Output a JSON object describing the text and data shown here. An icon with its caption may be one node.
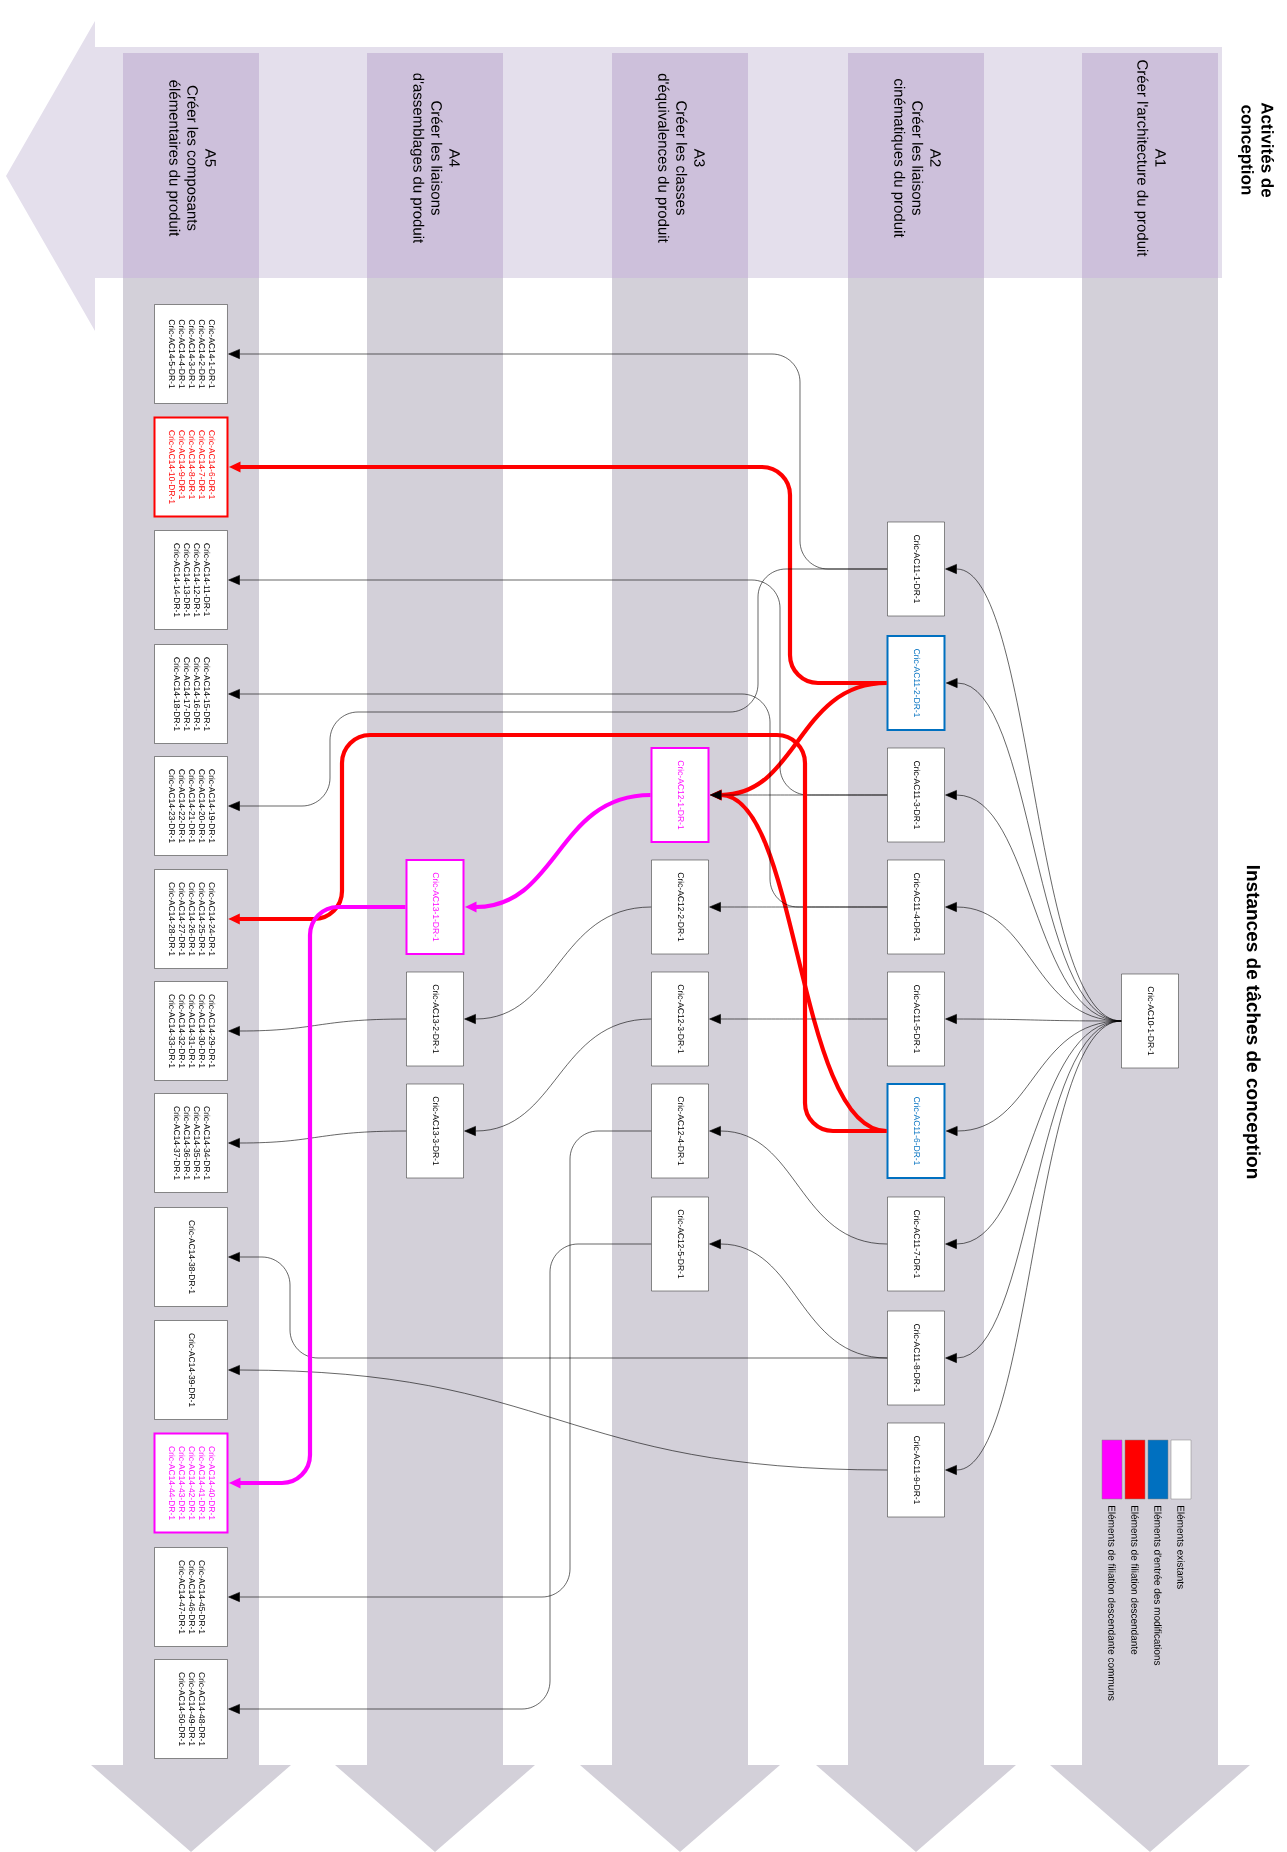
{
  "diagram": {
    "nodes": [
      {
        "text": [
          "A1",
          "Créer l'architecture du produit"
        ]
      },
      {
        "text": [
          "A2",
          "Créer les liaisons cinématiques du produit"
        ]
      },
      {
        "text": [
          "A3",
          "Créer les classes d'équivalences du produit"
        ]
      },
      {
        "text": [
          "A4",
          "Créer les liaisons d'assemblages du produit"
        ]
      },
      {
        "text": [
          "A5",
          "Créer les composants élémentaires du produit"
        ]
      },
      {
        "text": [
          "Cric-AC10-1-DR-1"
        ],
        "in": 0
      },
      {
        "text": [
          "Cric-AC11-1-DR-1"
        ],
        "in": 1
      },
      {
        "text": [
          "Cric-AC11-2-DR-1"
        ],
        "in": 1
      },
      {
        "text": [
          "Cric-AC11-3-DR-1"
        ],
        "in": 1
      },
      {
        "text": [
          "Cric-AC11-4-DR-1"
        ],
        "in": 1
      },
      {
        "text": [
          "Cric-AC11-5-DR-1"
        ],
        "in": 1
      },
      {
        "text": [
          "Cric-AC11-6-DR-1"
        ],
        "in": 1
      },
      {
        "text": [
          "Cric-AC11-7-DR-1"
        ],
        "in": 1
      },
      {
        "text": [
          "Cric-AC11-8-DR-1"
        ],
        "in": 1
      },
      {
        "text": [
          "Cric-AC11-9-DR-1"
        ],
        "in": 1
      },
      {
        "text": [
          "Cric-AC12-1-DR-1"
        ],
        "in": 2
      },
      {
        "text": [
          "Cric-AC12-2-DR-1"
        ],
        "in": 2
      },
      {
        "text": [
          "Cric-AC12-3-DR-1"
        ],
        "in": 2
      },
      {
        "text": [
          "Cric-AC12-4-DR-1"
        ],
        "in": 2
      },
      {
        "text": [
          "Cric-AC12-5-DR-1"
        ],
        "in": 2
      },
      {
        "text": [
          "Cric-AC13-1-DR-1"
        ],
        "in": 3
      },
      {
        "text": [
          "Cric-AC13-2-DR-1"
        ],
        "in": 3
      },
      {
        "text": [
          "Cric-AC13-3-DR-1"
        ],
        "in": 3
      },
      {
        "text": [
          "Cric-AC14-1-DR-1",
          "Cric-AC14-2-DR-1",
          "Cric-AC14-3-DR-1",
          "Cric-AC14-4-DR-1",
          "Cric-AC14-5-DR-1"
        ],
        "in": 4
      },
      {
        "text": [
          "Cric-AC14-6-DR-1",
          "Cric-AC14-7-DR-1",
          "Cric-AC14-8-DR-1",
          "Cric-AC14-9-DR-1",
          "Cric-AC14-10-DR-1"
        ],
        "in": 4
      },
      {
        "text": [
          "Cric-AC14-11-DR-1",
          "Cric-AC14-12-DR-1",
          "Cric-AC14-13-DR-1",
          "Cric-AC14-14-DR-1"
        ],
        "in": 4
      },
      {
        "text": [
          "Cric-AC14-15-DR-1",
          "Cric-AC14-16-DR-1",
          "Cric-AC14-17-DR-1",
          "Cric-AC14-18-DR-1"
        ],
        "in": 4
      },
      {
        "text": [
          "Cric-AC14-19-DR-1",
          "Cric-AC14-20-DR-1",
          "Cric-AC14-21-DR-1",
          "Cric-AC14-22-DR-1",
          "Cric-AC14-23-DR-1"
        ],
        "in": 4
      },
      {
        "text": [
          "Cric-AC14-24-DR-1",
          "Cric-AC14-25-DR-1",
          "Cric-AC14-26-DR-1",
          "Cric-AC14-27-DR-1",
          "Cric-AC14-28-DR-1"
        ],
        "in": 4
      },
      {
        "text": [
          "Cric-AC14-29-DR-1",
          "Cric-AC14-30-DR-1",
          "Cric-AC14-31-DR-1",
          "Cric-AC14-32-DR-1",
          "Cric-AC14-33-DR-1"
        ],
        "in": 4
      },
      {
        "text": [
          "Cric-AC14-34-DR-1",
          "Cric-AC14-35-DR-1",
          "Cric-AC14-36-DR-1",
          "Cric-AC14-37-DR-1"
        ],
        "in": 4
      },
      {
        "text": [
          "Cric-AC14-38-DR-1"
        ],
        "in": 4
      },
      {
        "text": [
          "Cric-AC14-39-DR-1"
        ],
        "in": 4
      },
      {
        "text": [
          "Cric-AC14-40-DR-1",
          "Cric-AC14-41-DR-1",
          "Cric-AC14-42-DR-1",
          "Cric-AC14-43-DR-1",
          "Cric-AC14-44-DR-1"
        ],
        "in": 4
      },
      {
        "text": [
          "Cric-AC14-45-DR-1",
          "Cric-AC14-46-DR-1",
          "Cric-AC14-47-DR-1"
        ],
        "in": 4
      },
      {
        "text": [
          "Cric-AC14-48-DR-1",
          "Cric-AC14-49-DR-1",
          "Cric-AC14-50-DR-1"
        ],
        "in": 4
      }
    ],
    "edges": [
      {
        "from": 5,
        "to": 6,
        "arrow": "to"
      },
      {
        "from": 5,
        "to": 7,
        "arrow": "to"
      },
      {
        "from": 5,
        "to": 8,
        "arrow": "to"
      },
      {
        "from": 5,
        "to": 9,
        "arrow": "to"
      },
      {
        "from": 5,
        "to": 10,
        "arrow": "to"
      },
      {
        "from": 5,
        "to": 11,
        "arrow": "to"
      },
      {
        "from": 5,
        "to": 12,
        "arrow": "to"
      },
      {
        "from": 5,
        "to": 13,
        "arrow": "to"
      },
      {
        "from": 5,
        "to": 14,
        "arrow": "to"
      },
      {
        "from": 7,
        "to": 15,
        "arrow": "to",
        "style": "thick",
        "color": "#ff0000"
      },
      {
        "from": 11,
        "to": 15,
        "arrow": "to",
        "style": "thick",
        "color": "#ff0000"
      },
      {
        "from": 8,
        "to": 15,
        "arrow": "to"
      },
      {
        "from": 9,
        "to": 16,
        "arrow": "to"
      },
      {
        "from": 10,
        "to": 17,
        "arrow": "to"
      },
      {
        "from": 12,
        "to": 18,
        "arrow": "to"
      },
      {
        "from": 13,
        "to": 19,
        "arrow": "to"
      },
      {
        "from": 15,
        "to": 20,
        "arrow": "to",
        "style": "thick",
        "color": "#ff00ff"
      },
      {
        "from": 16,
        "to": 21,
        "arrow": "to"
      },
      {
        "from": 17,
        "to": 22,
        "arrow": "to"
      },
      {
        "from": 6,
        "to": 23,
        "arrow": "to"
      },
      {
        "from": 7,
        "to": 24,
        "arrow": "to",
        "style": "thick",
        "color": "#ff0000"
      },
      {
        "from": 8,
        "to": 25,
        "arrow": "to"
      },
      {
        "from": 9,
        "to": 26,
        "arrow": "to"
      },
      {
        "from": 6,
        "to": 27,
        "arrow": "to"
      },
      {
        "from": 11,
        "to": 28,
        "arrow": "to",
        "style": "thick",
        "color": "#ff0000"
      },
      {
        "from": 21,
        "to": 29,
        "arrow": "to"
      },
      {
        "from": 22,
        "to": 30,
        "arrow": "to"
      },
      {
        "from": 13,
        "to": 31,
        "arrow": "to"
      },
      {
        "from": 14,
        "to": 32,
        "arrow": "to"
      },
      {
        "from": 20,
        "to": 33,
        "arrow": "to",
        "style": "thick",
        "color": "#ff00ff"
      },
      {
        "from": 18,
        "to": 34,
        "arrow": "to"
      },
      {
        "from": 19,
        "to": 35,
        "arrow": "to"
      }
    ],
    "labels": [
      "Activités de conception",
      "Instances de tâches de conception"
    ],
    "legend": [
      {
        "text": "Eléments existants",
        "color": "#ffffff"
      },
      {
        "text": "Eléments d'entrée des modifications",
        "color": "#0070c0"
      },
      {
        "text": "Eléments de filiation descendante",
        "color": "#ff0000"
      },
      {
        "text": "Eléments de filiation descendante communs",
        "color": "#ff00ff"
      }
    ]
  }
}
